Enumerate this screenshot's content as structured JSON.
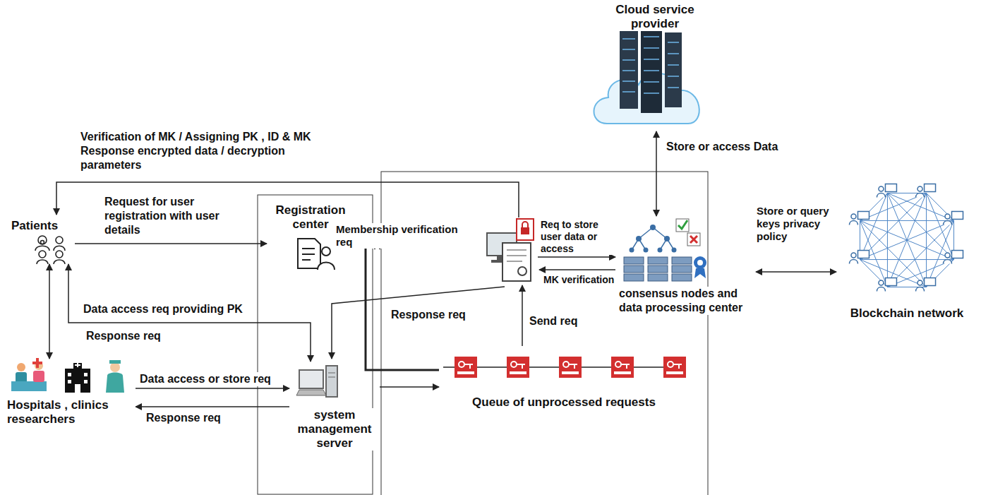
{
  "diagram": {
    "nodes": [
      {
        "text": [
          "Cloud service provider"
        ]
      },
      {
        "text": [
          "Patients"
        ]
      },
      {
        "text": [
          "Registration center"
        ]
      },
      {
        "text": [
          "consensus nodes and data processing center"
        ]
      },
      {
        "text": [
          "Blockchain network"
        ]
      },
      {
        "text": [
          "Hospitals , clinics researchers"
        ]
      },
      {
        "text": [
          "system management server"
        ]
      },
      {
        "text": [
          "Queue of unprocessed requests"
        ]
      }
    ],
    "edges": [
      {
        "from": 1,
        "to": 2,
        "arrow": "to",
        "label": "Request for user registration with user details"
      },
      {
        "from": 1,
        "to": 5,
        "arrow": "both"
      },
      {
        "from": 6,
        "to": 1,
        "arrow": "both",
        "label": "Data access req providing PK"
      },
      {
        "from": 5,
        "to": 6,
        "arrow": "to",
        "label": "Data access or store req"
      },
      {
        "from": 6,
        "to": 5,
        "arrow": "to",
        "label": "Response req"
      },
      {
        "from": 6,
        "to": 7,
        "arrow": "to"
      },
      {
        "from": 2,
        "to": 7,
        "arrow": "none"
      },
      {
        "from": 3,
        "to": 0,
        "arrow": "both",
        "label": "Store or access Data"
      },
      {
        "from": 3,
        "to": 4,
        "arrow": "both",
        "label": "Store or query keys privacy policy"
      }
    ],
    "labels": [
      "Verification of MK / Assigning PK , ID & MK Response encrypted data / decryption parameters",
      "Membership verification req",
      "Req to store user data or access",
      "MK verification",
      "Response req",
      "Response req",
      "Send req"
    ]
  }
}
